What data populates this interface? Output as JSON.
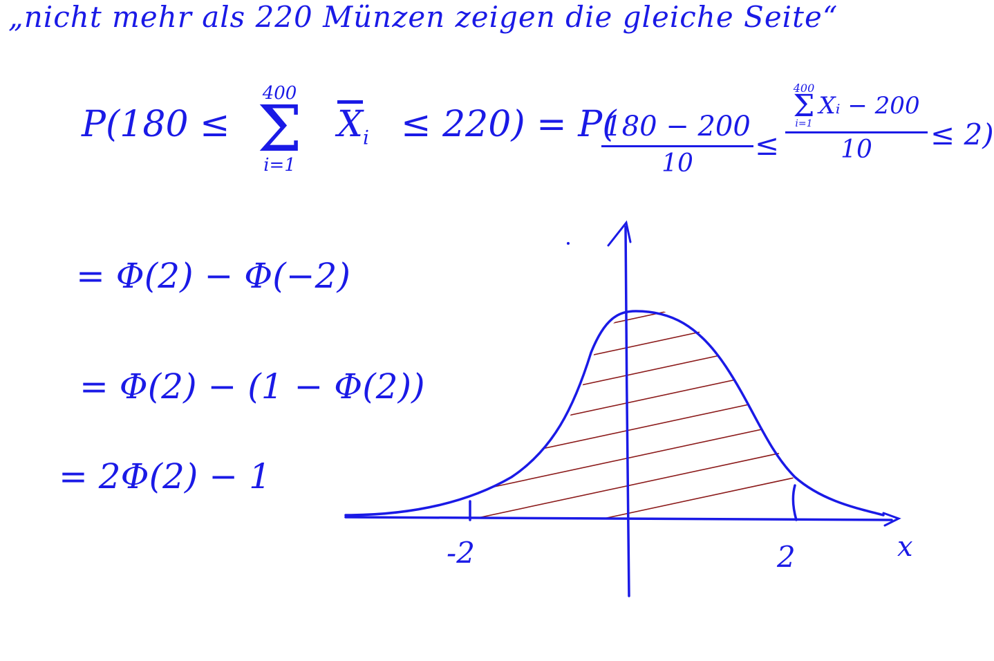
{
  "heading": "„nicht mehr als 220 Münzen zeigen die gleiche Seite“",
  "probability": {
    "lhs_prefix": "P(180 ≤",
    "sum_upper": "400",
    "sum_symbol": "Σ",
    "sum_lower": "i=1",
    "variable": "X",
    "subscript": "i",
    "lhs_suffix": "≤ 220) = P(",
    "frac1_num": "180 − 200",
    "frac1_den": "10",
    "leq": "≤",
    "frac2_sum_upper": "400",
    "frac2_sum_lower": "i=1",
    "frac2_num_rest": "Xᵢ − 200",
    "frac2_den": "10",
    "rhs_suffix": "≤ 2)"
  },
  "steps": [
    "= Φ(2) − Φ(−2)",
    "= Φ(2) − (1 − Φ(2))",
    "= 2Φ(2) − 1"
  ],
  "graph": {
    "x_axis_label": "x",
    "tick_left": "-2",
    "tick_right": "2"
  },
  "colors": {
    "ink": "#1a1ae6",
    "hatch": "#8b1a1a"
  }
}
